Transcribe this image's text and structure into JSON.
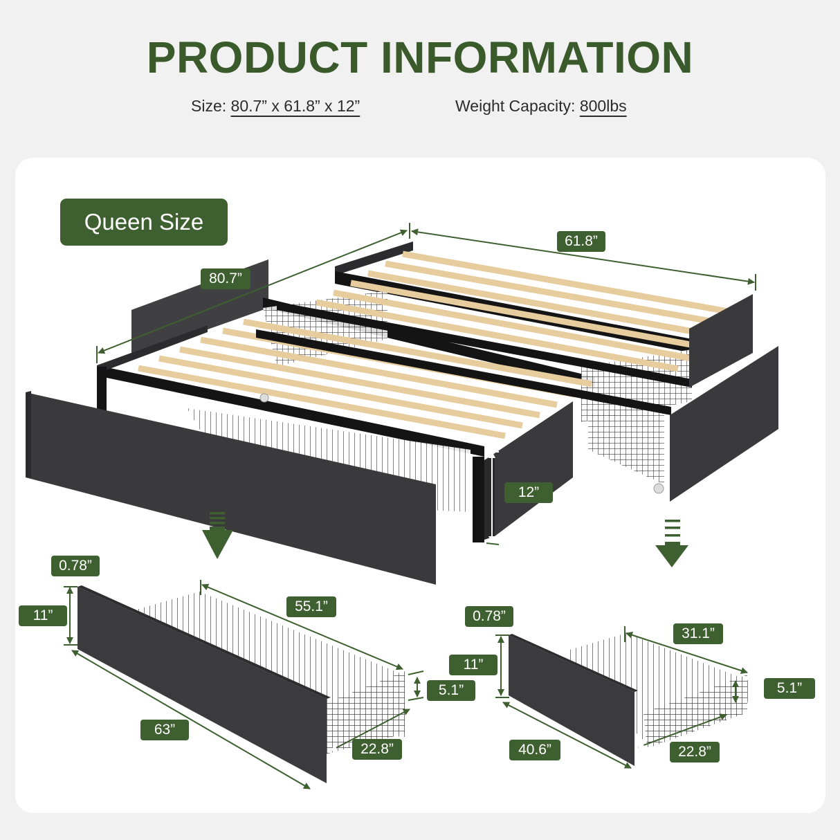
{
  "header": {
    "title": "PRODUCT INFORMATION",
    "size_label": "Size:",
    "size_value": "80.7” x 61.8” x 12”",
    "weight_label": "Weight Capacity:",
    "weight_value": "800lbs"
  },
  "badge": {
    "label": "Queen Size"
  },
  "bed": {
    "length": "80.7”",
    "width": "61.8”",
    "height": "12”"
  },
  "large_drawer": {
    "panel_thickness": "0.78”",
    "panel_height": "11”",
    "basket_length": "55.1”",
    "basket_height": "5.1”",
    "panel_length": "63”",
    "basket_depth": "22.8”"
  },
  "small_drawer": {
    "panel_thickness": "0.78”",
    "panel_height": "11”",
    "basket_length": "31.1”",
    "basket_height": "5.1”",
    "panel_length": "40.6”",
    "basket_depth": "22.8”"
  },
  "colors": {
    "accent_green": "#3e5f2f",
    "title_green": "#3b5a2c",
    "fabric_gray": "#3a3a3c",
    "slat_wood": "#e8cfa3",
    "background": "#f1f1f1",
    "card": "#ffffff"
  }
}
